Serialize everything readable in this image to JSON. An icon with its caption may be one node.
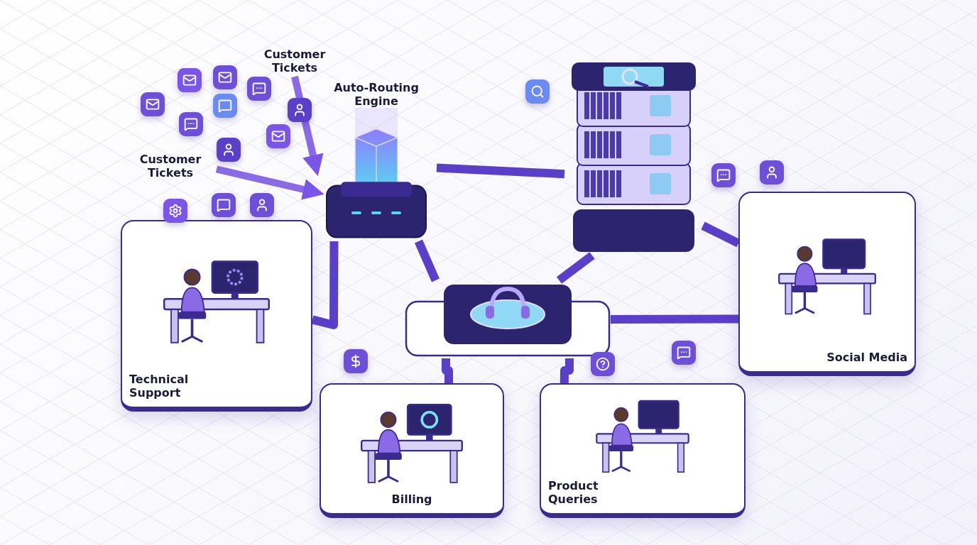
{
  "diagram": {
    "nodes": [
      {
        "text": [
          "Customer Tickets"
        ]
      },
      {
        "text": [
          "Customer Tickets"
        ]
      },
      {
        "text": [
          "Auto-Routing Engine"
        ]
      },
      {
        "text": [],
        "shape": "picture"
      },
      {
        "text": [],
        "shape": "picture"
      },
      {
        "text": [
          "Technical Support"
        ]
      },
      {
        "text": [
          "Billing"
        ]
      },
      {
        "text": [
          "Product Queries"
        ]
      },
      {
        "text": [
          "Social Media"
        ]
      }
    ],
    "edges": [
      {
        "from": 0,
        "to": 2,
        "arrow": "to"
      },
      {
        "from": 1,
        "to": 2,
        "arrow": "to"
      },
      {
        "from": 2,
        "to": 5,
        "arrow": "none"
      },
      {
        "from": 2,
        "to": 3,
        "arrow": "none"
      },
      {
        "from": 2,
        "to": 4,
        "arrow": "none"
      },
      {
        "from": 4,
        "to": 3,
        "arrow": "none"
      },
      {
        "from": 4,
        "to": 8,
        "arrow": "none"
      },
      {
        "from": 3,
        "to": 6,
        "arrow": "none"
      },
      {
        "from": 3,
        "to": 7,
        "arrow": "none"
      },
      {
        "from": 3,
        "to": 8,
        "arrow": "none"
      }
    ]
  }
}
